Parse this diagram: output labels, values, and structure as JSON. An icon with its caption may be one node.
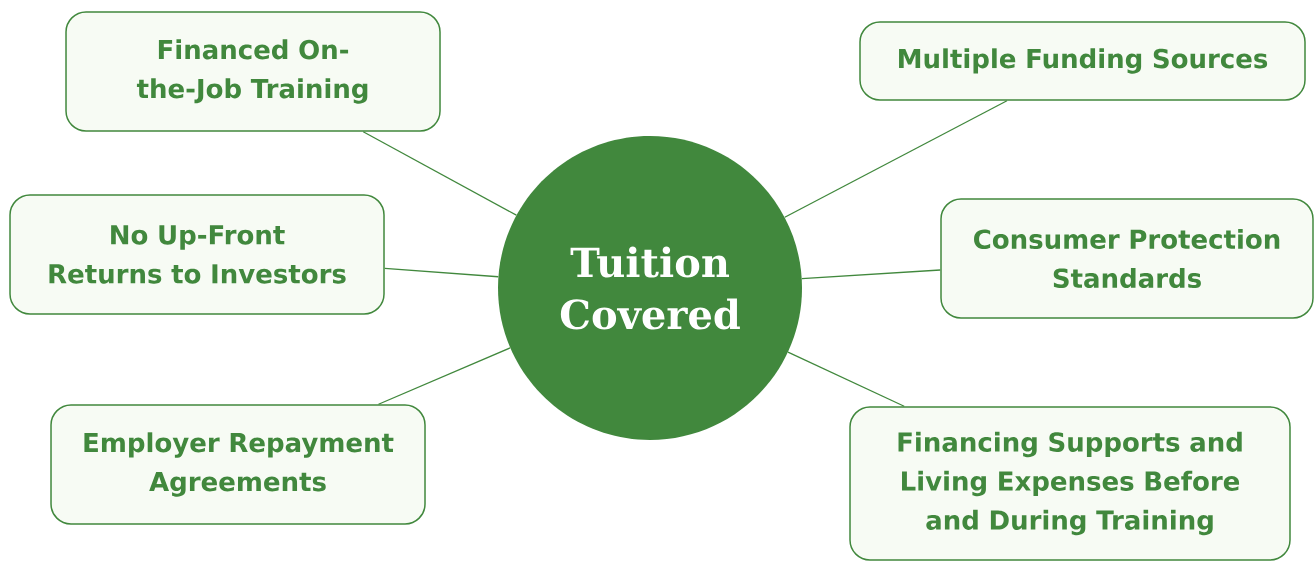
{
  "diagram": {
    "nodes": [
      {
        "text": [
          "Financed On-the-Job Training"
        ]
      },
      {
        "text": [
          "Multiple Funding Sources"
        ]
      },
      {
        "text": [
          "No Up-Front Returns to Investors"
        ]
      },
      {
        "text": [
          "Tuition Covered"
        ]
      },
      {
        "text": [
          "Consumer Protection Standards"
        ]
      },
      {
        "text": [
          "Employer Repayment Agreements"
        ]
      },
      {
        "text": [
          "Financing Supports and Living Expenses Before and During Training"
        ]
      }
    ],
    "edges": [
      {
        "from": 3,
        "to": 0,
        "arrow": "none"
      },
      {
        "from": 3,
        "to": 1,
        "arrow": "none"
      },
      {
        "from": 3,
        "to": 2,
        "arrow": "none"
      },
      {
        "from": 3,
        "to": 4,
        "arrow": "none"
      },
      {
        "from": 3,
        "to": 5,
        "arrow": "none"
      },
      {
        "from": 3,
        "to": 6,
        "arrow": "none"
      }
    ]
  }
}
